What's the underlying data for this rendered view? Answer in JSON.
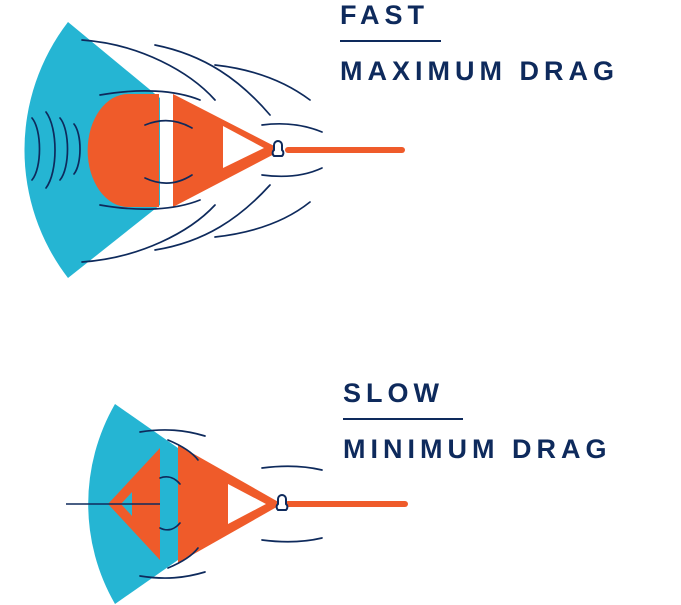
{
  "colors": {
    "navy": "#0e2a5c",
    "orange": "#ef5b2a",
    "cyan": "#25b5d3",
    "white": "#ffffff"
  },
  "panels": [
    {
      "speed_label": "FAST",
      "drag_label": "MAXIMUM DRAG",
      "state": "fully-open"
    },
    {
      "speed_label": "SLOW",
      "drag_label": "MINIMUM DRAG",
      "state": "collapsed"
    }
  ]
}
